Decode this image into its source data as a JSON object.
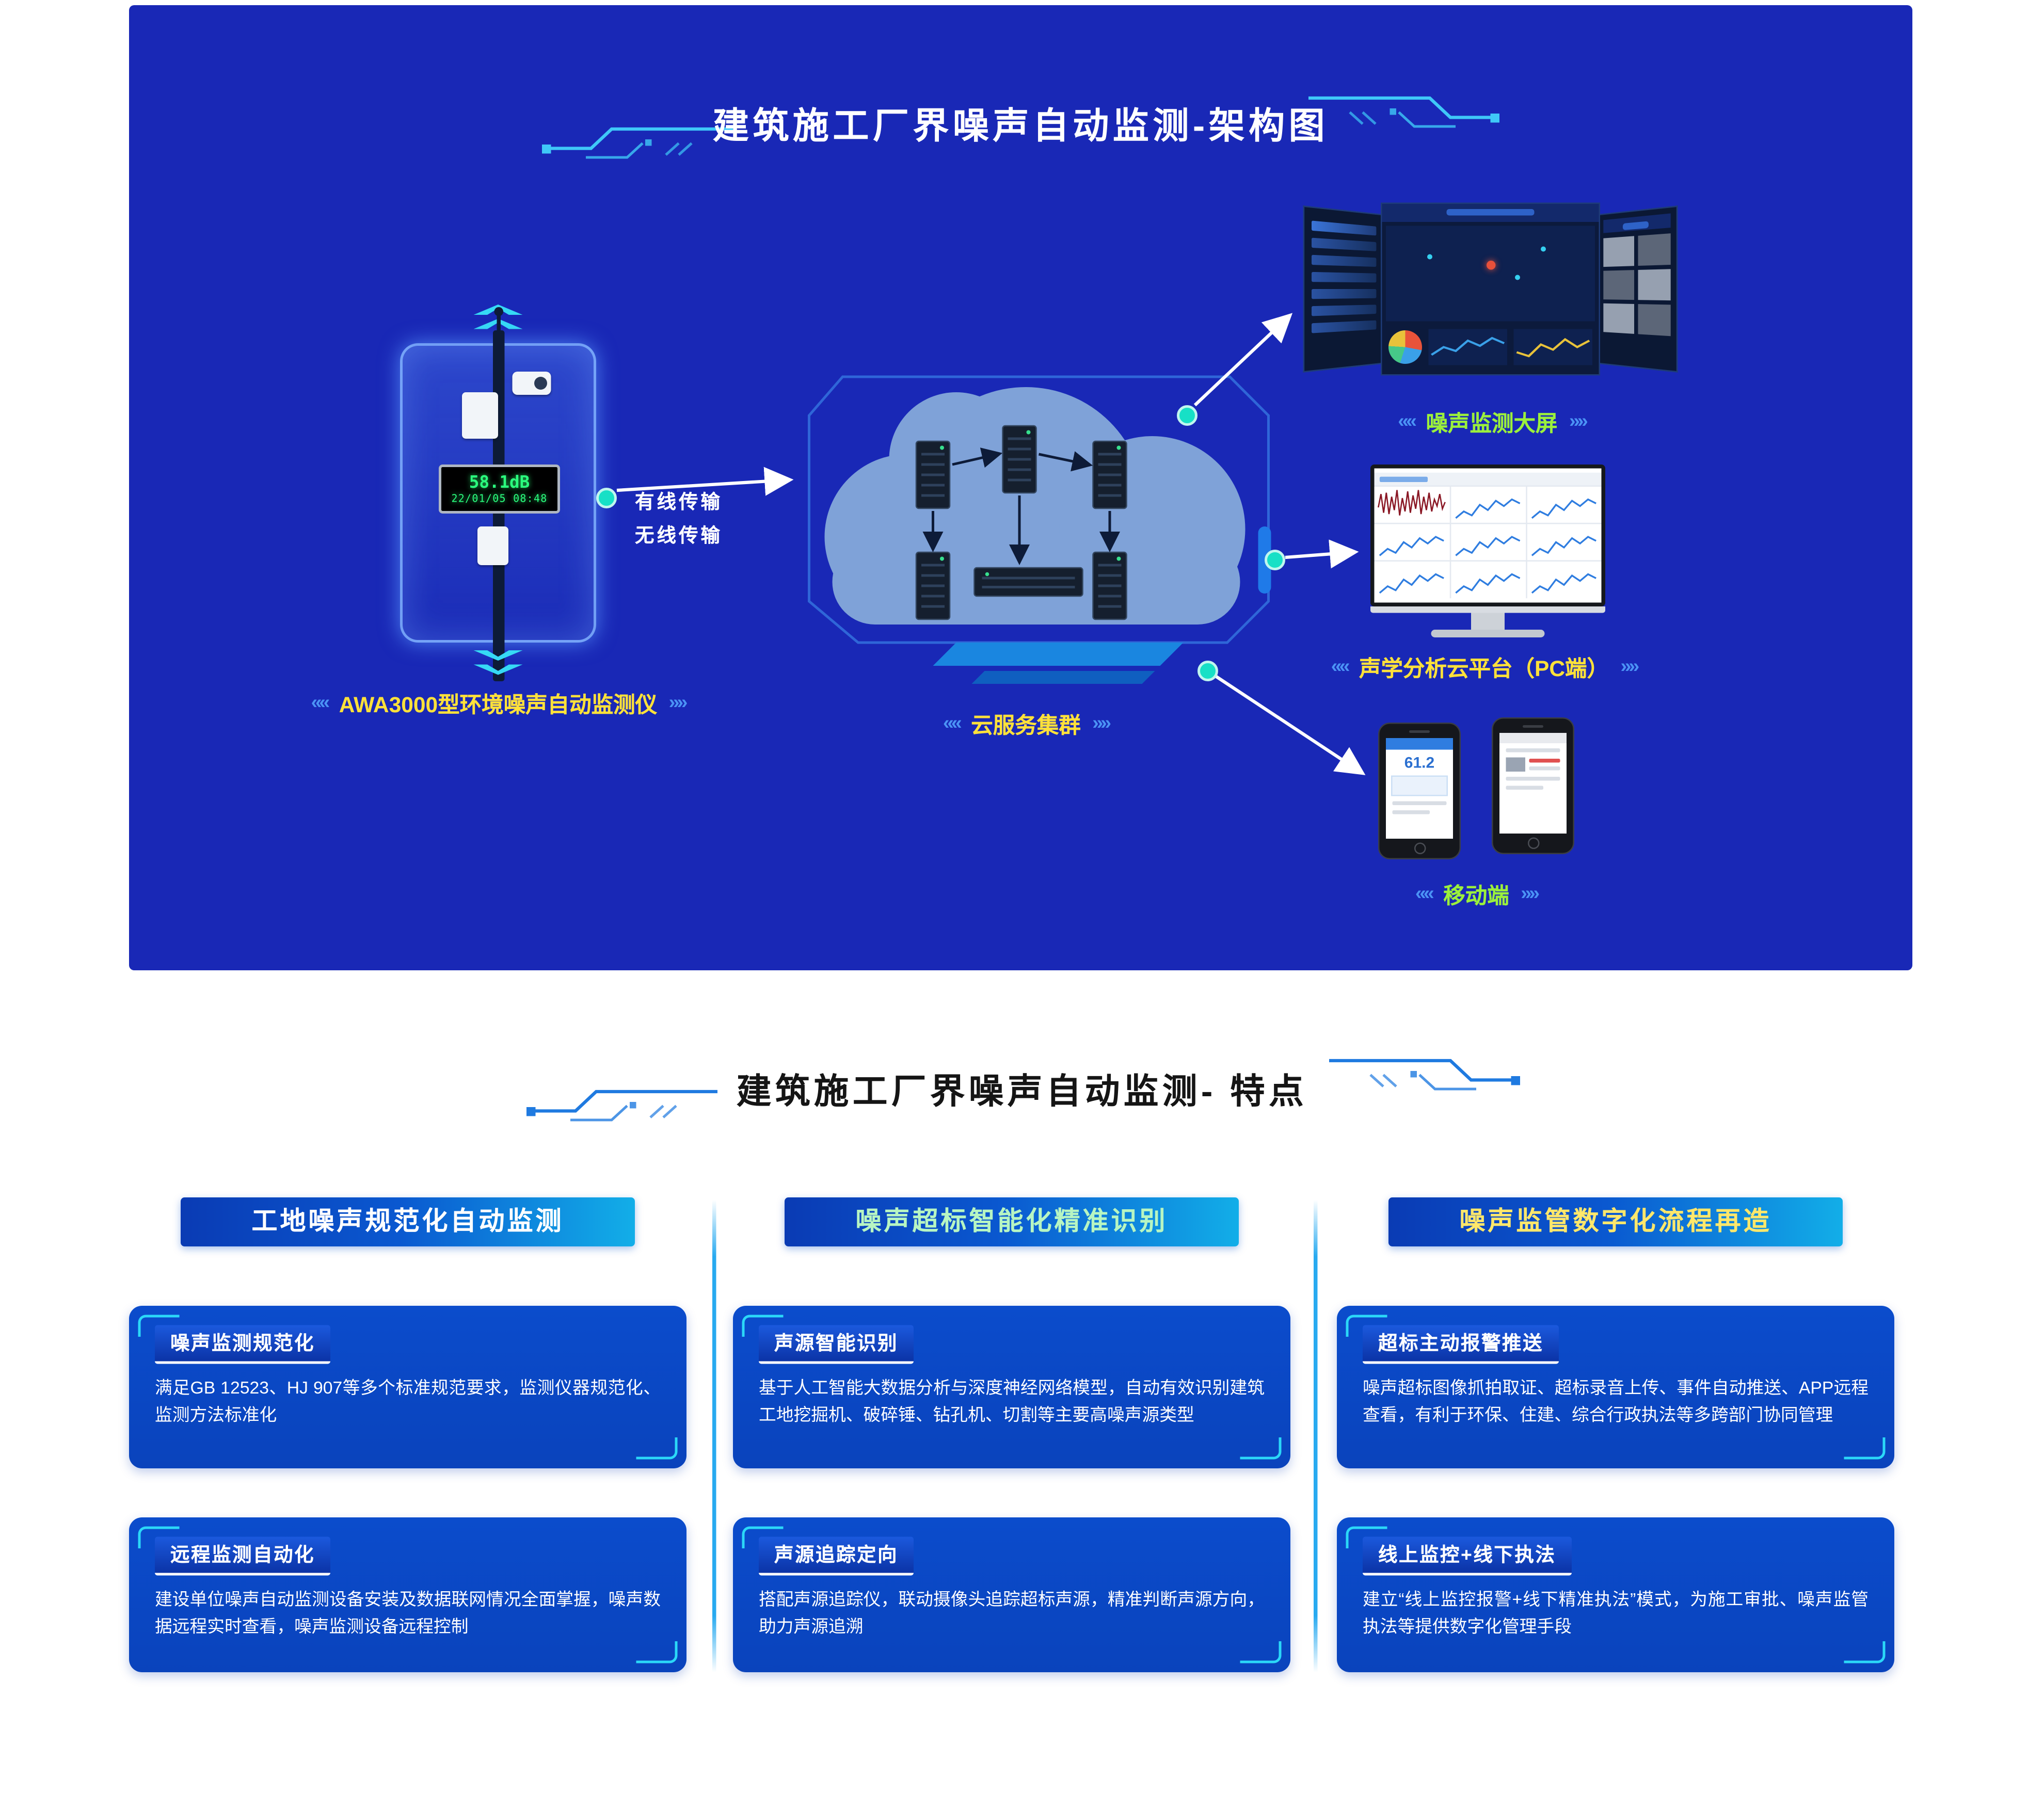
{
  "theme": {
    "hero_bg": "#1928B6",
    "accent_yellow": "#FFE13A",
    "accent_green": "#9BF03C",
    "accent_cyan": "#2BD8F8",
    "card_bg": "#0A47C6",
    "chevron_blue": "#4B93F5"
  },
  "icons": {
    "chevron_left": "««",
    "chevron_right": "»»"
  },
  "hero": {
    "title": "建筑施工厂界噪声自动监测-架构图",
    "device": {
      "display_value": "58.1dB",
      "display_datetime": "22/01/05  08:48",
      "label": "AWA3000型环境噪声自动监测仪"
    },
    "transmission": {
      "wired": "有线传输",
      "wireless": "无线传输"
    },
    "cloud": {
      "label": "云服务集群"
    },
    "endpoints": {
      "big_screen": {
        "label": "噪声监测大屏"
      },
      "pc": {
        "label": "声学分析云平台（PC端）"
      },
      "mobile": {
        "label": "移动端",
        "phone_reading": "61.2"
      }
    }
  },
  "features": {
    "title": "建筑施工厂界噪声自动监测- 特点",
    "columns": [
      {
        "header": "工地噪声规范化自动监测",
        "header_color": "#FFFFFF",
        "cards": [
          {
            "tag": "噪声监测规范化",
            "text": "满足GB 12523、HJ 907等多个标准规范要求，监测仪器规范化、监测方法标准化"
          },
          {
            "tag": "远程监测自动化",
            "text": "建设单位噪声自动监测设备安装及数据联网情况全面掌握，噪声数据远程实时查看，噪声监测设备远程控制"
          }
        ]
      },
      {
        "header": "噪声超标智能化精准识别",
        "header_color": "#B7F5C2",
        "cards": [
          {
            "tag": "声源智能识别",
            "text": "基于人工智能大数据分析与深度神经网络模型，自动有效识别建筑工地挖掘机、破碎锤、钻孔机、切割等主要高噪声源类型"
          },
          {
            "tag": "声源追踪定向",
            "text": "搭配声源追踪仪，联动摄像头追踪超标声源，精准判断声源方向，助力声源追溯"
          }
        ]
      },
      {
        "header": "噪声监管数字化流程再造",
        "header_color": "#FFE76B",
        "cards": [
          {
            "tag": "超标主动报警推送",
            "text": "噪声超标图像抓拍取证、超标录音上传、事件自动推送、APP远程查看，有利于环保、住建、综合行政执法等多跨部门协同管理"
          },
          {
            "tag": "线上监控+线下执法",
            "text": "建立“线上监控报警+线下精准执法”模式，为施工审批、噪声监管执法等提供数字化管理手段"
          }
        ]
      }
    ]
  }
}
